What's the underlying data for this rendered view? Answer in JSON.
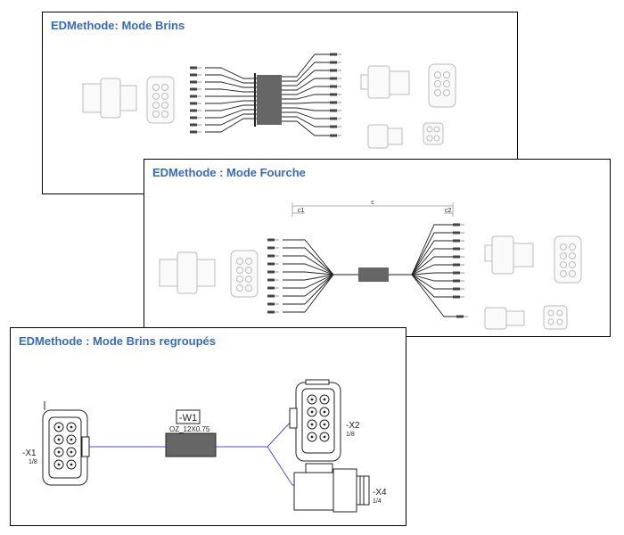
{
  "colors": {
    "title": "#3a6bb0",
    "wire_gray": "#222222",
    "wire_blue": "#4f4fcf",
    "block_fill": "#666666",
    "connector_stroke": "#bbbbbb"
  },
  "panels": [
    {
      "title": "EDMethode: Mode Brins"
    },
    {
      "title": "EDMethode : Mode Fourche",
      "dims": {
        "total": "c",
        "left": "c1",
        "right": "c2"
      }
    },
    {
      "title": "EDMethode : Mode Brins regroupés",
      "bundle": {
        "name": "-W1",
        "spec": "OZ_12X0.75"
      },
      "connectors": [
        {
          "name": "-X1",
          "pins": "1/8"
        },
        {
          "name": "-X2",
          "pins": "1/8"
        },
        {
          "name": "-X4",
          "pins": "1/4"
        }
      ]
    }
  ],
  "icons": [
    "connector-8-pin-icon",
    "connector-4-pin-icon",
    "crimp-terminal-icon",
    "cable-bundle-icon"
  ]
}
